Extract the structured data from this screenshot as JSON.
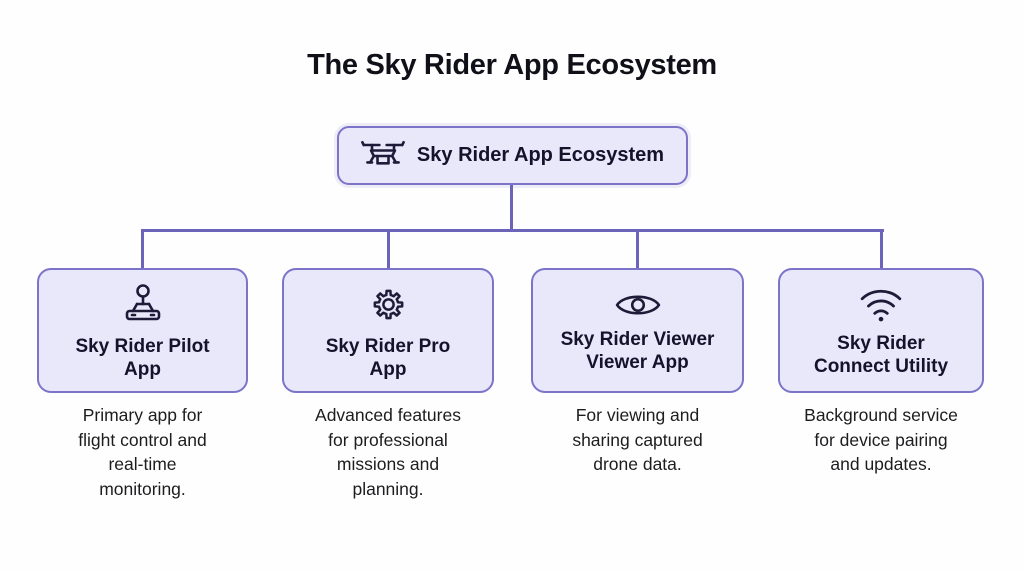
{
  "page": {
    "title": "The Sky Rider App Ecosystem"
  },
  "root": {
    "label": "Sky Rider App Ecosystem",
    "icon": "drone-icon"
  },
  "apps": [
    {
      "title": "Sky Rider Pilot\nApp",
      "icon": "joystick-icon",
      "description": "Primary app for\nflight control and\nreal-time\nmonitoring."
    },
    {
      "title": "Sky Rider Pro\nApp",
      "icon": "gear-icon",
      "description": "Advanced features\nfor professional\nmissions and\nplanning."
    },
    {
      "title": "Sky Rider Viewer\nViewer App",
      "icon": "eye-icon",
      "description": "For viewing and\nsharing captured\ndrone data."
    },
    {
      "title": "Sky Rider\nConnect Utility",
      "icon": "wifi-icon",
      "description": "Background service\nfor device pairing\nand updates."
    }
  ],
  "colors": {
    "fill": "#e9e7fa",
    "border": "#7b74c9",
    "line": "#6b64b8",
    "ink": "#15132b",
    "desc": "#1d1d20"
  }
}
